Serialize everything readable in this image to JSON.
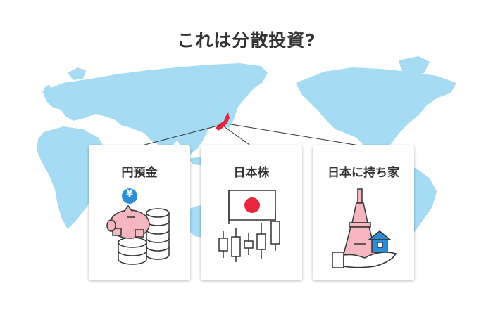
{
  "title": "これは分散投資?",
  "cards": [
    {
      "label": "円預金",
      "badge": "¥",
      "illustration": "piggy-bank-with-coin-stacks"
    },
    {
      "label": "日本株",
      "illustration": "japan-flag-with-candlestick-chart"
    },
    {
      "label": "日本に持ち家",
      "illustration": "tokyo-tower-and-house-in-hand"
    }
  ],
  "colors": {
    "map": "#a6dcf3",
    "japan": "#e8253f",
    "text": "#333333",
    "pink": "#f6b6c0",
    "blue_accent": "#2a8fd6",
    "line": "#333333"
  }
}
